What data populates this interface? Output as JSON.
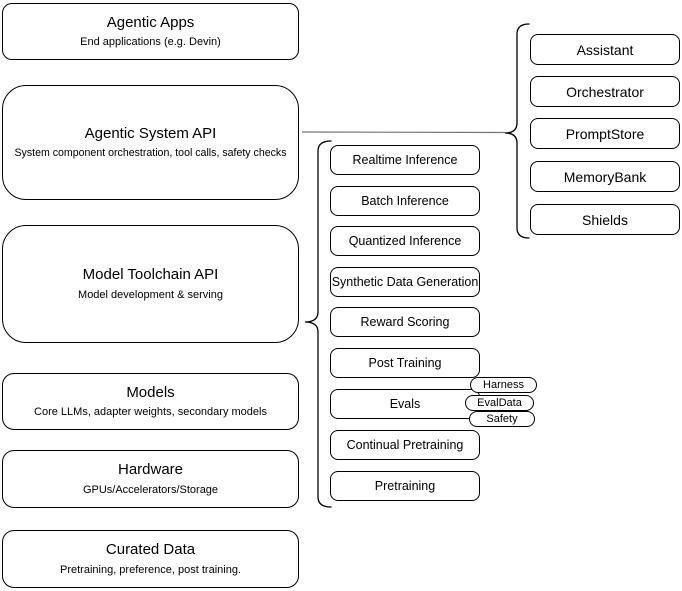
{
  "diagram": {
    "left_stack": [
      {
        "title": "Agentic Apps",
        "subtitle": "End applications (e.g. Devin)"
      },
      {
        "title": "Agentic System API",
        "subtitle": "System component orchestration, tool calls, safety checks"
      },
      {
        "title": "Model Toolchain API",
        "subtitle": "Model development & serving"
      },
      {
        "title": "Models",
        "subtitle": "Core LLMs, adapter weights, secondary models"
      },
      {
        "title": "Hardware",
        "subtitle": "GPUs/Accelerators/Storage"
      },
      {
        "title": "Curated Data",
        "subtitle": "Pretraining, preference, post training."
      }
    ],
    "toolchain_services": [
      "Realtime Inference",
      "Batch Inference",
      "Quantized Inference",
      "Synthetic Data Generation",
      "Reward Scoring",
      "Post Training",
      "Evals",
      "Continual Pretraining",
      "Pretraining"
    ],
    "eval_tags": [
      "Harness",
      "EvalData",
      "Safety"
    ],
    "system_components": [
      "Assistant",
      "Orchestrator",
      "PromptStore",
      "MemoryBank",
      "Shields"
    ],
    "colors": {
      "node_stroke": "#000000",
      "node_fill": "#ffffff",
      "connector": "#737373",
      "background": "#ffffff"
    }
  }
}
